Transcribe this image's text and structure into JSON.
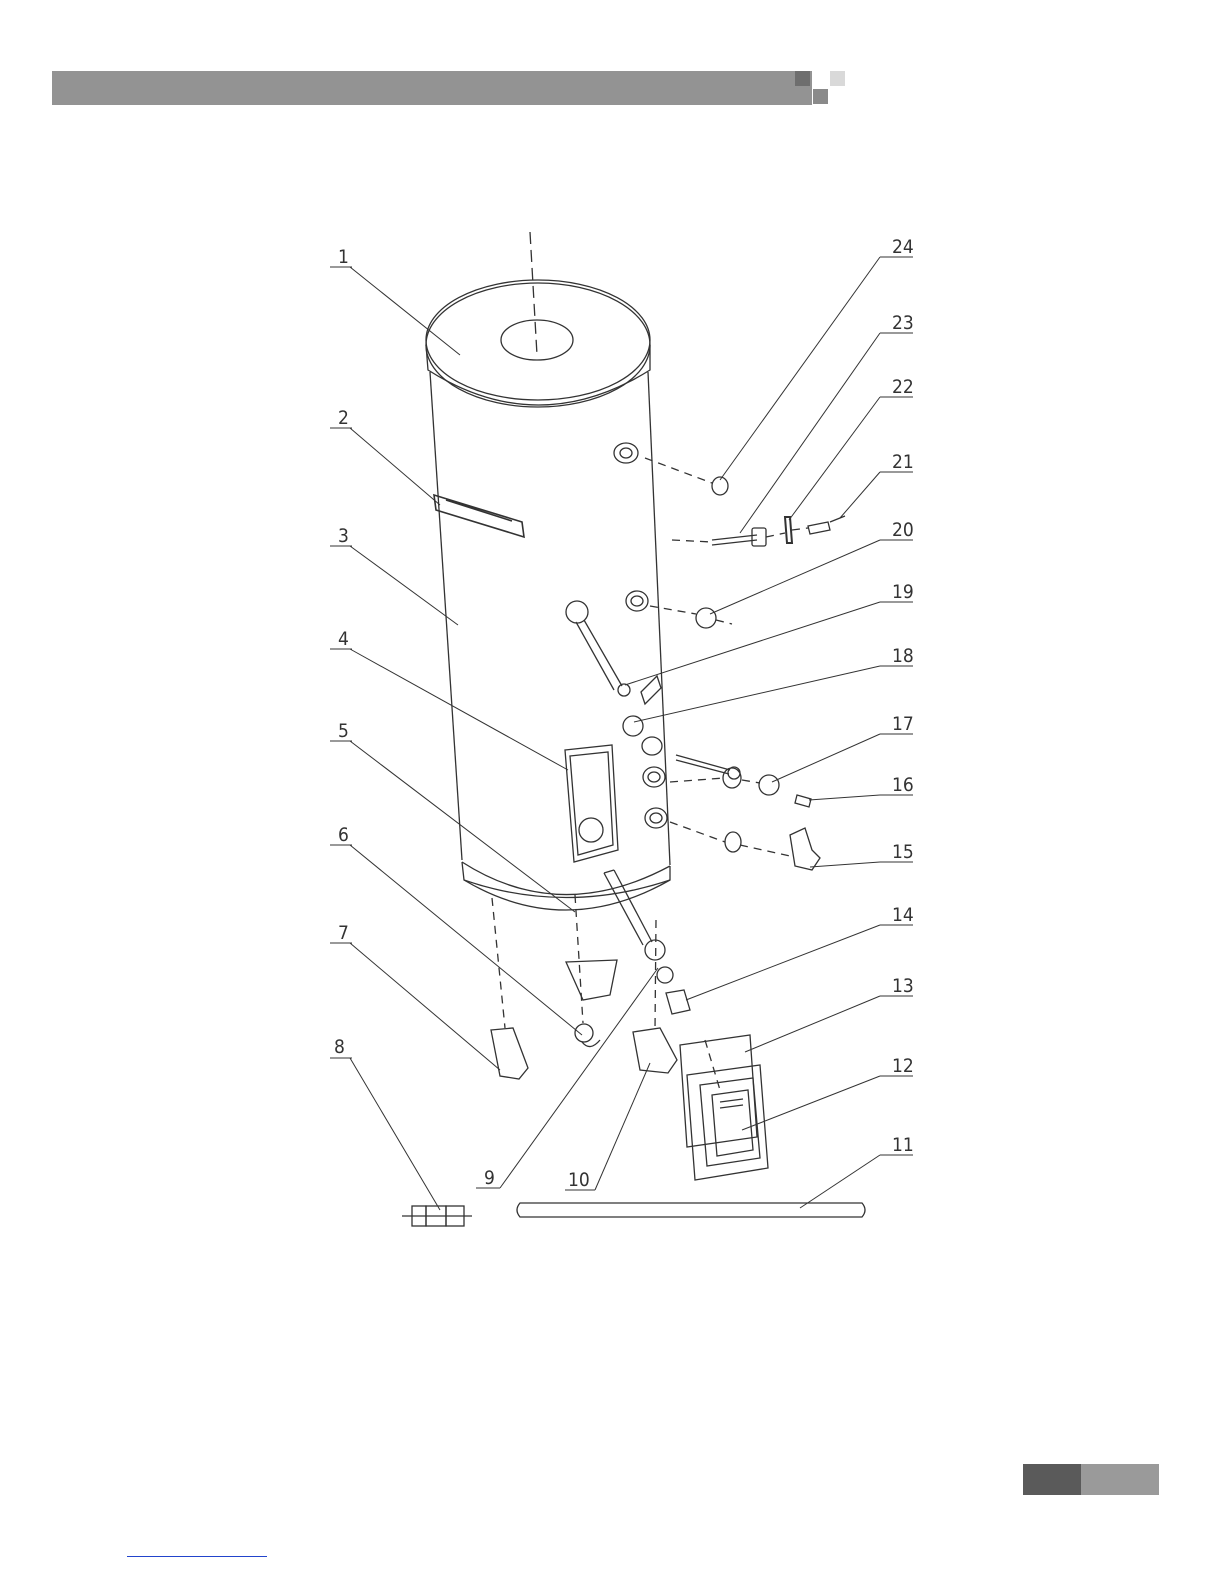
{
  "header": {
    "bar_color": "#939393",
    "square_colors": [
      "#6e6e6e",
      "#d9d9d9",
      "#8a8a8a"
    ]
  },
  "diagram": {
    "type": "exploded-assembly",
    "subject": "cylindrical water tank",
    "callouts": [
      "1",
      "2",
      "3",
      "4",
      "5",
      "6",
      "7",
      "8",
      "9",
      "10",
      "11",
      "12",
      "13",
      "14",
      "15",
      "16",
      "17",
      "18",
      "19",
      "20",
      "21",
      "22",
      "23",
      "24"
    ],
    "line_color": "#333333"
  },
  "footer": {
    "tab_colors": [
      "#5a5a5a",
      "#9a9a9a"
    ],
    "link_color": "#2244cc"
  }
}
